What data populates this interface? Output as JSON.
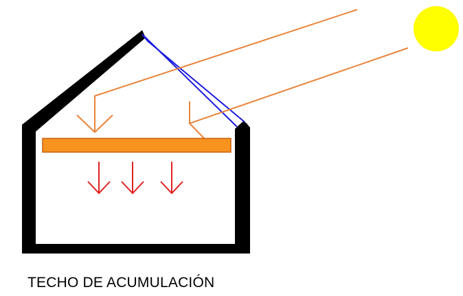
{
  "caption": "TECHO DE ACUMULACIÓN",
  "colors": {
    "house_wall": "#000000",
    "glazing": "#1a1adf",
    "sun": "#ffff00",
    "solar_ray": "#e8833a",
    "storage_mass_fill": "#f7931e",
    "storage_mass_stroke": "#c8600e",
    "heat_arrow": "#e02020",
    "background": "#ffffff"
  },
  "elements": {
    "sun": "sun",
    "glazing": "glazed-roof",
    "storage": "storage-slab",
    "rays": "solar-rays",
    "heat": "heat-arrows"
  }
}
